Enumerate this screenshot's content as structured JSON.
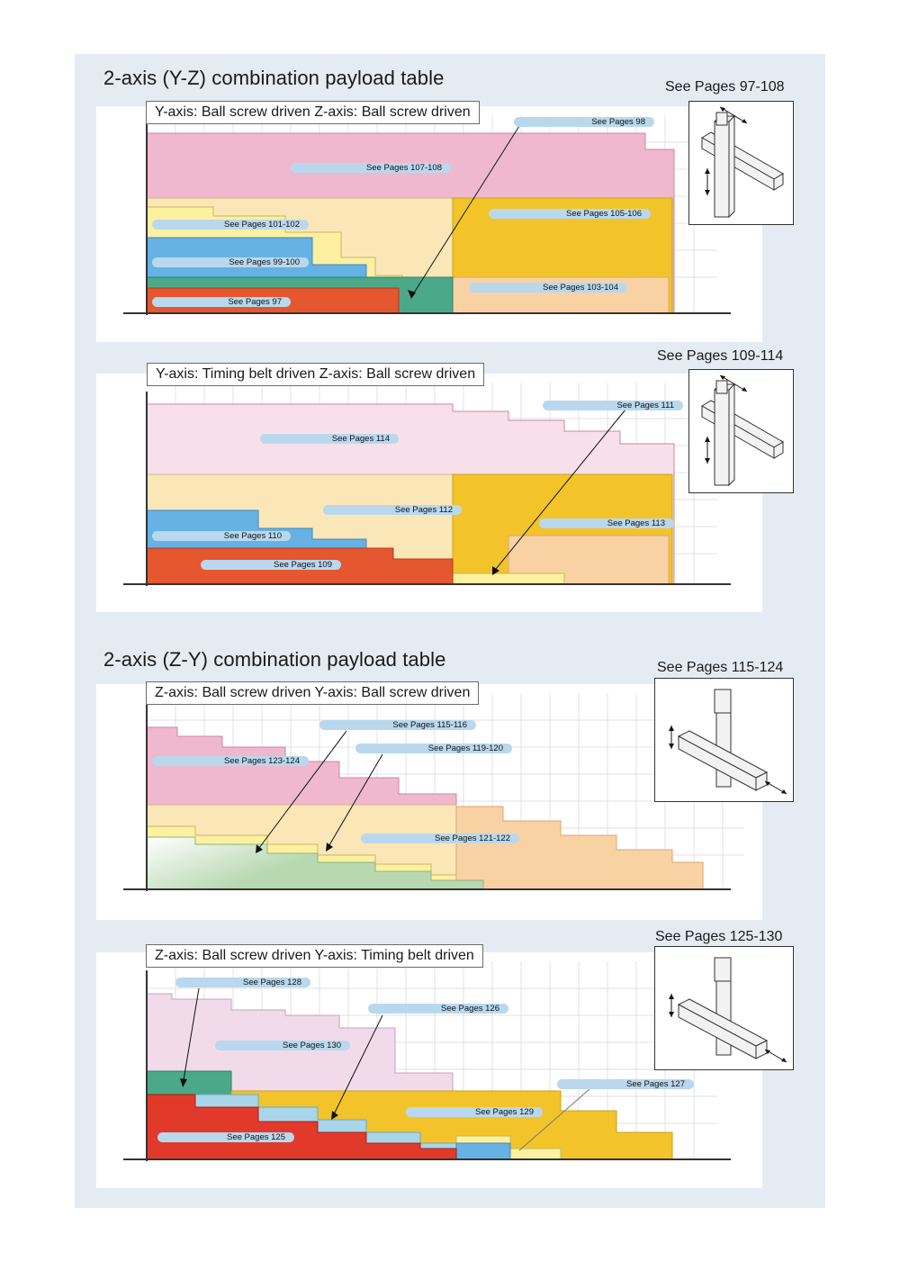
{
  "sections": [
    {
      "title": "2-axis (Y-Z) combination payload table"
    },
    {
      "title": "2-axis (Z-Y) combination payload table"
    }
  ],
  "tables": [
    {
      "subtitle": "Y-axis: Ball screw driven  Z-axis: Ball screw driven",
      "header_ref": "See Pages 97-108",
      "orientation": "yz",
      "refs": [
        "See Pages 98",
        "See Pages 107-108",
        "See Pages 105-106",
        "See Pages 101-102",
        "See Pages 99-100",
        "See Pages 103-104",
        "See Pages 97"
      ]
    },
    {
      "subtitle": "Y-axis: Timing belt driven  Z-axis: Ball screw driven",
      "header_ref": "See Pages 109-114",
      "orientation": "yz",
      "refs": [
        "See Pages 111",
        "See Pages 114",
        "See Pages 112",
        "See Pages 113",
        "See Pages 110",
        "See Pages 109"
      ]
    },
    {
      "subtitle": "Z-axis: Ball screw driven  Y-axis: Ball screw driven",
      "header_ref": "See Pages 115-124",
      "orientation": "zy",
      "refs": [
        "See Pages 115-116",
        "See Pages 119-120",
        "See Pages 123-124",
        "See Pages 121-122"
      ]
    },
    {
      "subtitle": "Z-axis: Ball screw driven  Y-axis: Timing belt driven",
      "header_ref": "See Pages 125-130",
      "orientation": "zy",
      "refs": [
        "See Pages 128",
        "See Pages 126",
        "See Pages 130",
        "See Pages 127",
        "See Pages 129",
        "See Pages 125"
      ]
    }
  ],
  "colors": {
    "background": "#e4ebf3",
    "pink": "#f0b8cf",
    "light_pink": "#f8e0ea",
    "light_yellow": "#fbe6b8",
    "peach": "#f9d2a4",
    "gold": "#f3c42a",
    "yellow": "#fdf0a0",
    "blue": "#66b2e4",
    "light_blue": "#a8d5ea",
    "teal": "#4ba98a",
    "orange_red": "#e4572f",
    "red": "#e23a2a",
    "green": "#b7d8b0",
    "pill": "#b9d8ee"
  }
}
